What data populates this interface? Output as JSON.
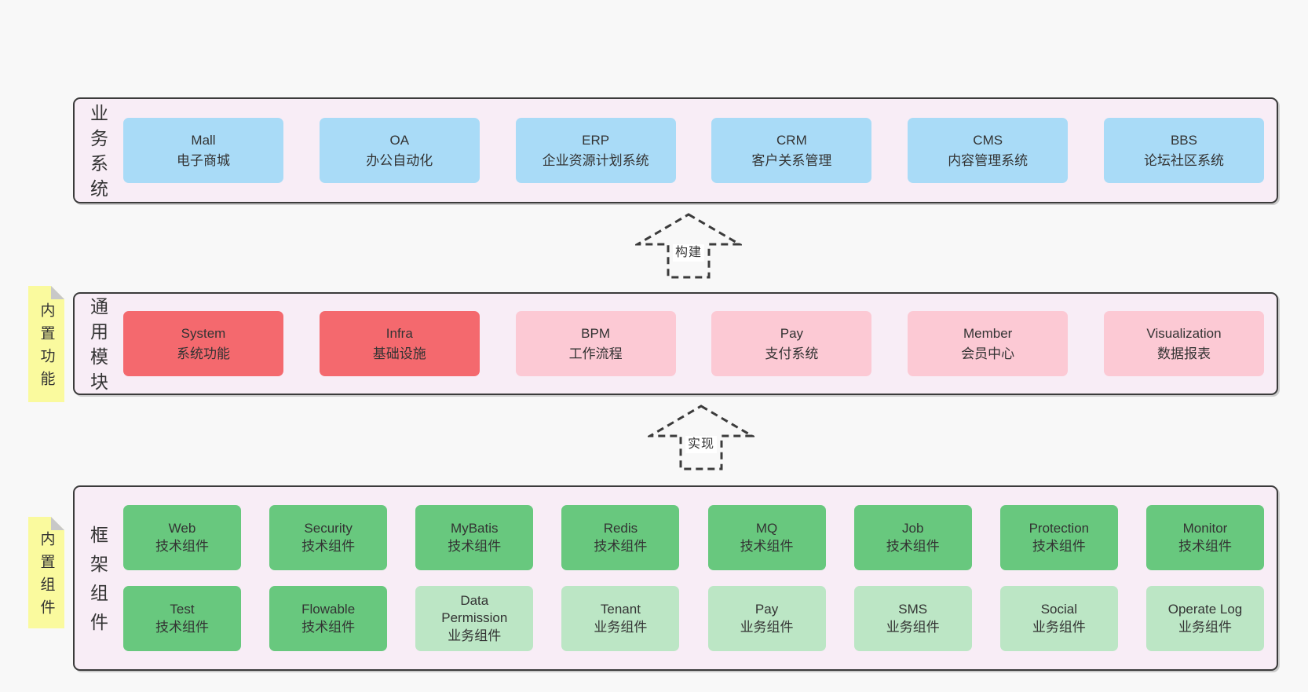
{
  "palette": {
    "page_bg": "#f8f8f8",
    "panel_bg": "#f8edf6",
    "panel_border": "#3b3b3b",
    "box_blue": "#a9dbf7",
    "box_red": "#f4696e",
    "box_pink": "#fcc9d4",
    "box_green": "#68c87e",
    "box_green_light": "#bce6c5",
    "tag_yellow": "#fafa9e",
    "tag_fold": "#c8c8c8",
    "text": "#333333"
  },
  "sections": {
    "business": {
      "label": "业务系统",
      "boxes": [
        {
          "name": "Mall",
          "desc": "电子商城"
        },
        {
          "name": "OA",
          "desc": "办公自动化"
        },
        {
          "name": "ERP",
          "desc": "企业资源计划系统"
        },
        {
          "name": "CRM",
          "desc": "客户关系管理"
        },
        {
          "name": "CMS",
          "desc": "内容管理系统"
        },
        {
          "name": "BBS",
          "desc": "论坛社区系统"
        }
      ]
    },
    "modules": {
      "label": "通用模块",
      "tag": "内置功能",
      "boxes": [
        {
          "name": "System",
          "desc": "系统功能"
        },
        {
          "name": "Infra",
          "desc": "基础设施"
        },
        {
          "name": "BPM",
          "desc": "工作流程"
        },
        {
          "name": "Pay",
          "desc": "支付系统"
        },
        {
          "name": "Member",
          "desc": "会员中心"
        },
        {
          "name": "Visualization",
          "desc": "数据报表"
        }
      ]
    },
    "components": {
      "label": "框架组件",
      "tag": "内置组件",
      "row1": [
        {
          "name": "Web",
          "desc": "技术组件"
        },
        {
          "name": "Security",
          "desc": "技术组件"
        },
        {
          "name": "MyBatis",
          "desc": "技术组件"
        },
        {
          "name": "Redis",
          "desc": "技术组件"
        },
        {
          "name": "MQ",
          "desc": "技术组件"
        },
        {
          "name": "Job",
          "desc": "技术组件"
        },
        {
          "name": "Protection",
          "desc": "技术组件"
        },
        {
          "name": "Monitor",
          "desc": "技术组件"
        }
      ],
      "row2": [
        {
          "name": "Test",
          "desc": "技术组件"
        },
        {
          "name": "Flowable",
          "desc": "技术组件"
        },
        {
          "name": "Data Permission",
          "desc": "业务组件"
        },
        {
          "name": "Tenant",
          "desc": "业务组件"
        },
        {
          "name": "Pay",
          "desc": "业务组件"
        },
        {
          "name": "SMS",
          "desc": "业务组件"
        },
        {
          "name": "Social",
          "desc": "业务组件"
        },
        {
          "name": "Operate Log",
          "desc": "业务组件"
        }
      ]
    }
  },
  "arrows": {
    "build": {
      "label": "构建"
    },
    "implement": {
      "label": "实现"
    }
  }
}
